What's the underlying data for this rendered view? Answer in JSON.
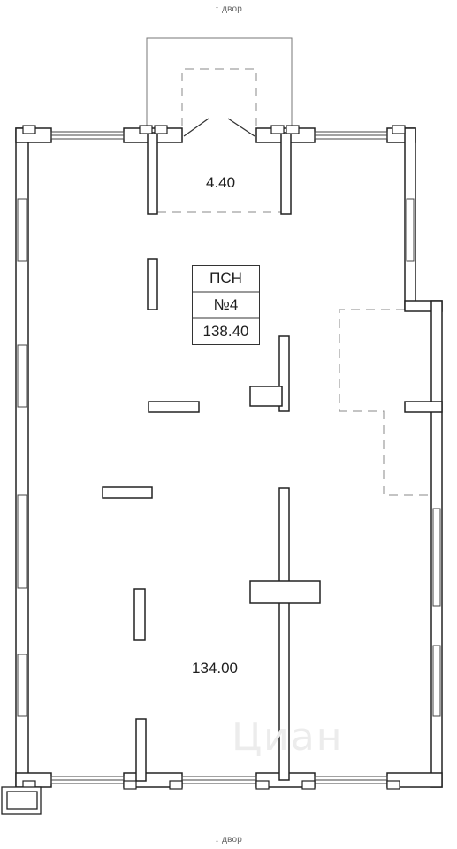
{
  "compass": {
    "top": "↑ двор",
    "bottom": "↓ двор"
  },
  "unit": {
    "type": "ПСН",
    "number": "№4",
    "total_area": "138.40"
  },
  "rooms": {
    "vestibule_area": "4.40",
    "main_area": "134.00"
  },
  "watermark": "Циан",
  "colors": {
    "wall": "#222222",
    "dashed": "#9a9a9a",
    "background": "#ffffff"
  }
}
